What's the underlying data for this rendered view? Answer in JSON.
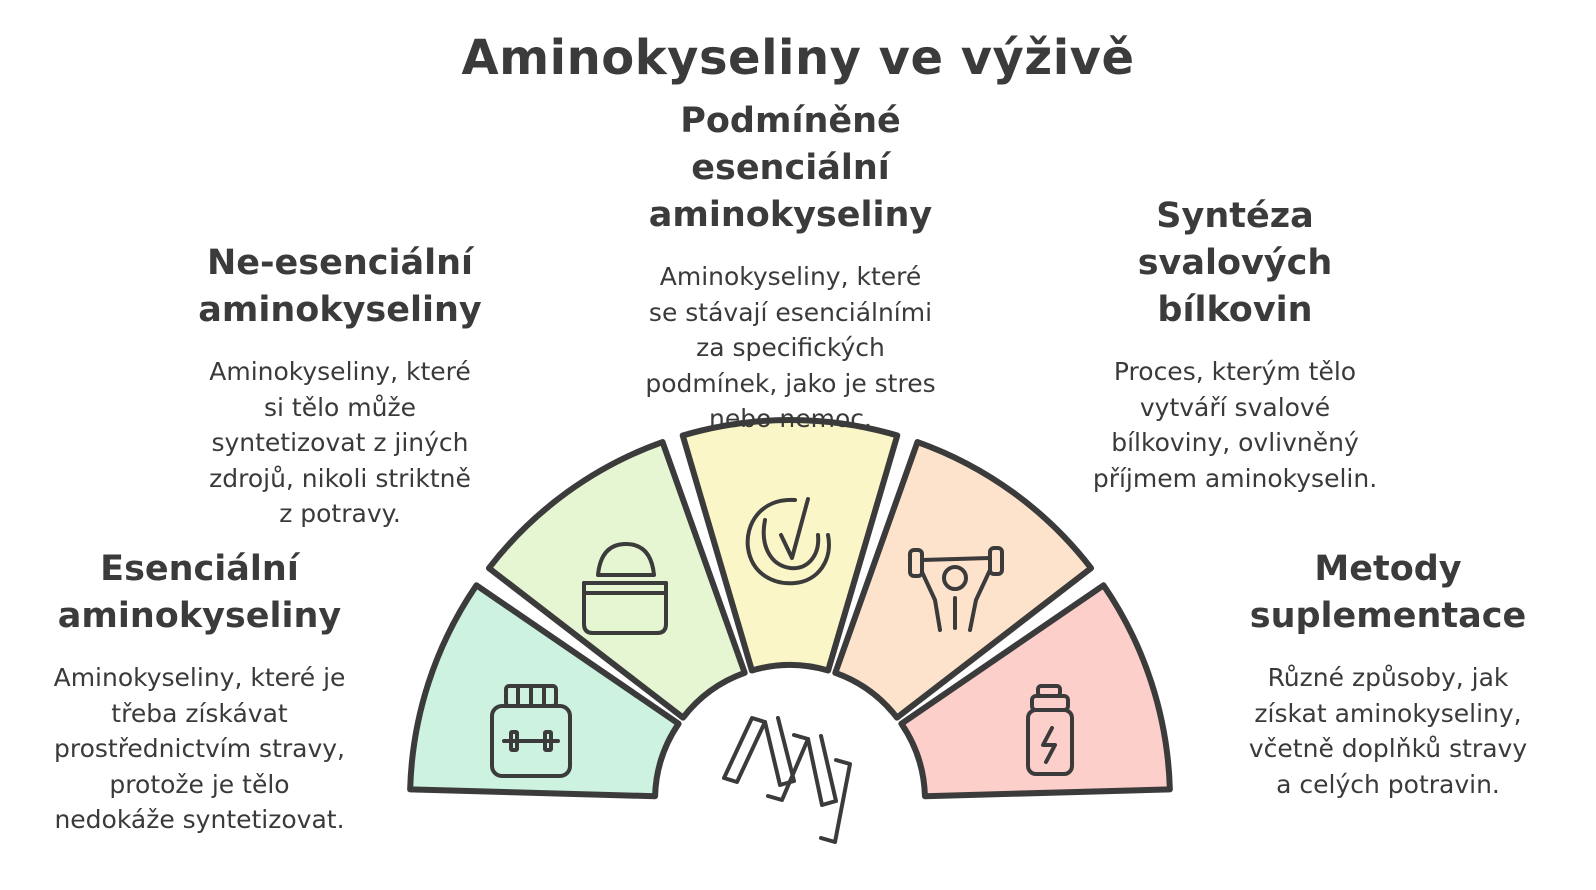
{
  "title": "Aminokyseliny ve výživě",
  "segments": [
    {
      "id": "essential",
      "heading_lines": [
        "Esenciální",
        "aminokyseliny"
      ],
      "desc_lines": [
        "Aminokyseliny, které je",
        "třeba získávat",
        "prostřednictvím stravy,",
        "protože je tělo",
        "nedokáže syntetizovat."
      ],
      "icon": "protein-jar-icon",
      "color": "#cdf2e0"
    },
    {
      "id": "non-essential",
      "heading_lines": [
        "Ne-esenciální",
        "aminokyseliny"
      ],
      "desc_lines": [
        "Aminokyseliny, které",
        "si tělo může",
        "syntetizovat z jiných",
        "zdrojů, nikoli striktně",
        "z potravy."
      ],
      "icon": "food-bowl-icon",
      "color": "#e6f5d2"
    },
    {
      "id": "conditional",
      "heading_lines": [
        "Podmíněné",
        "esenciální",
        "aminokyseliny"
      ],
      "desc_lines": [
        "Aminokyseliny, které",
        "se stávají esenciálními",
        "za specifických",
        "podmínek, jako je stres",
        "nebo nemoc."
      ],
      "icon": "checkmark-badge-icon",
      "color": "#fbf6c8"
    },
    {
      "id": "synthesis",
      "heading_lines": [
        "Syntéza",
        "svalových",
        "bílkovin"
      ],
      "desc_lines": [
        "Proces, kterým tělo",
        "vytváří svalové",
        "bílkoviny, ovlivněný",
        "příjmem aminokyselin."
      ],
      "icon": "weightlifter-icon",
      "color": "#fde3cc"
    },
    {
      "id": "supplementation",
      "heading_lines": [
        "Metody",
        "suplementace"
      ],
      "desc_lines": [
        "Různé způsoby, jak",
        "získat aminokyseliny,",
        "včetně doplňků stravy",
        "a celých potravin."
      ],
      "icon": "shaker-bottle-icon",
      "color": "#fccfca"
    }
  ],
  "center_icon": "amino-chain-icon"
}
